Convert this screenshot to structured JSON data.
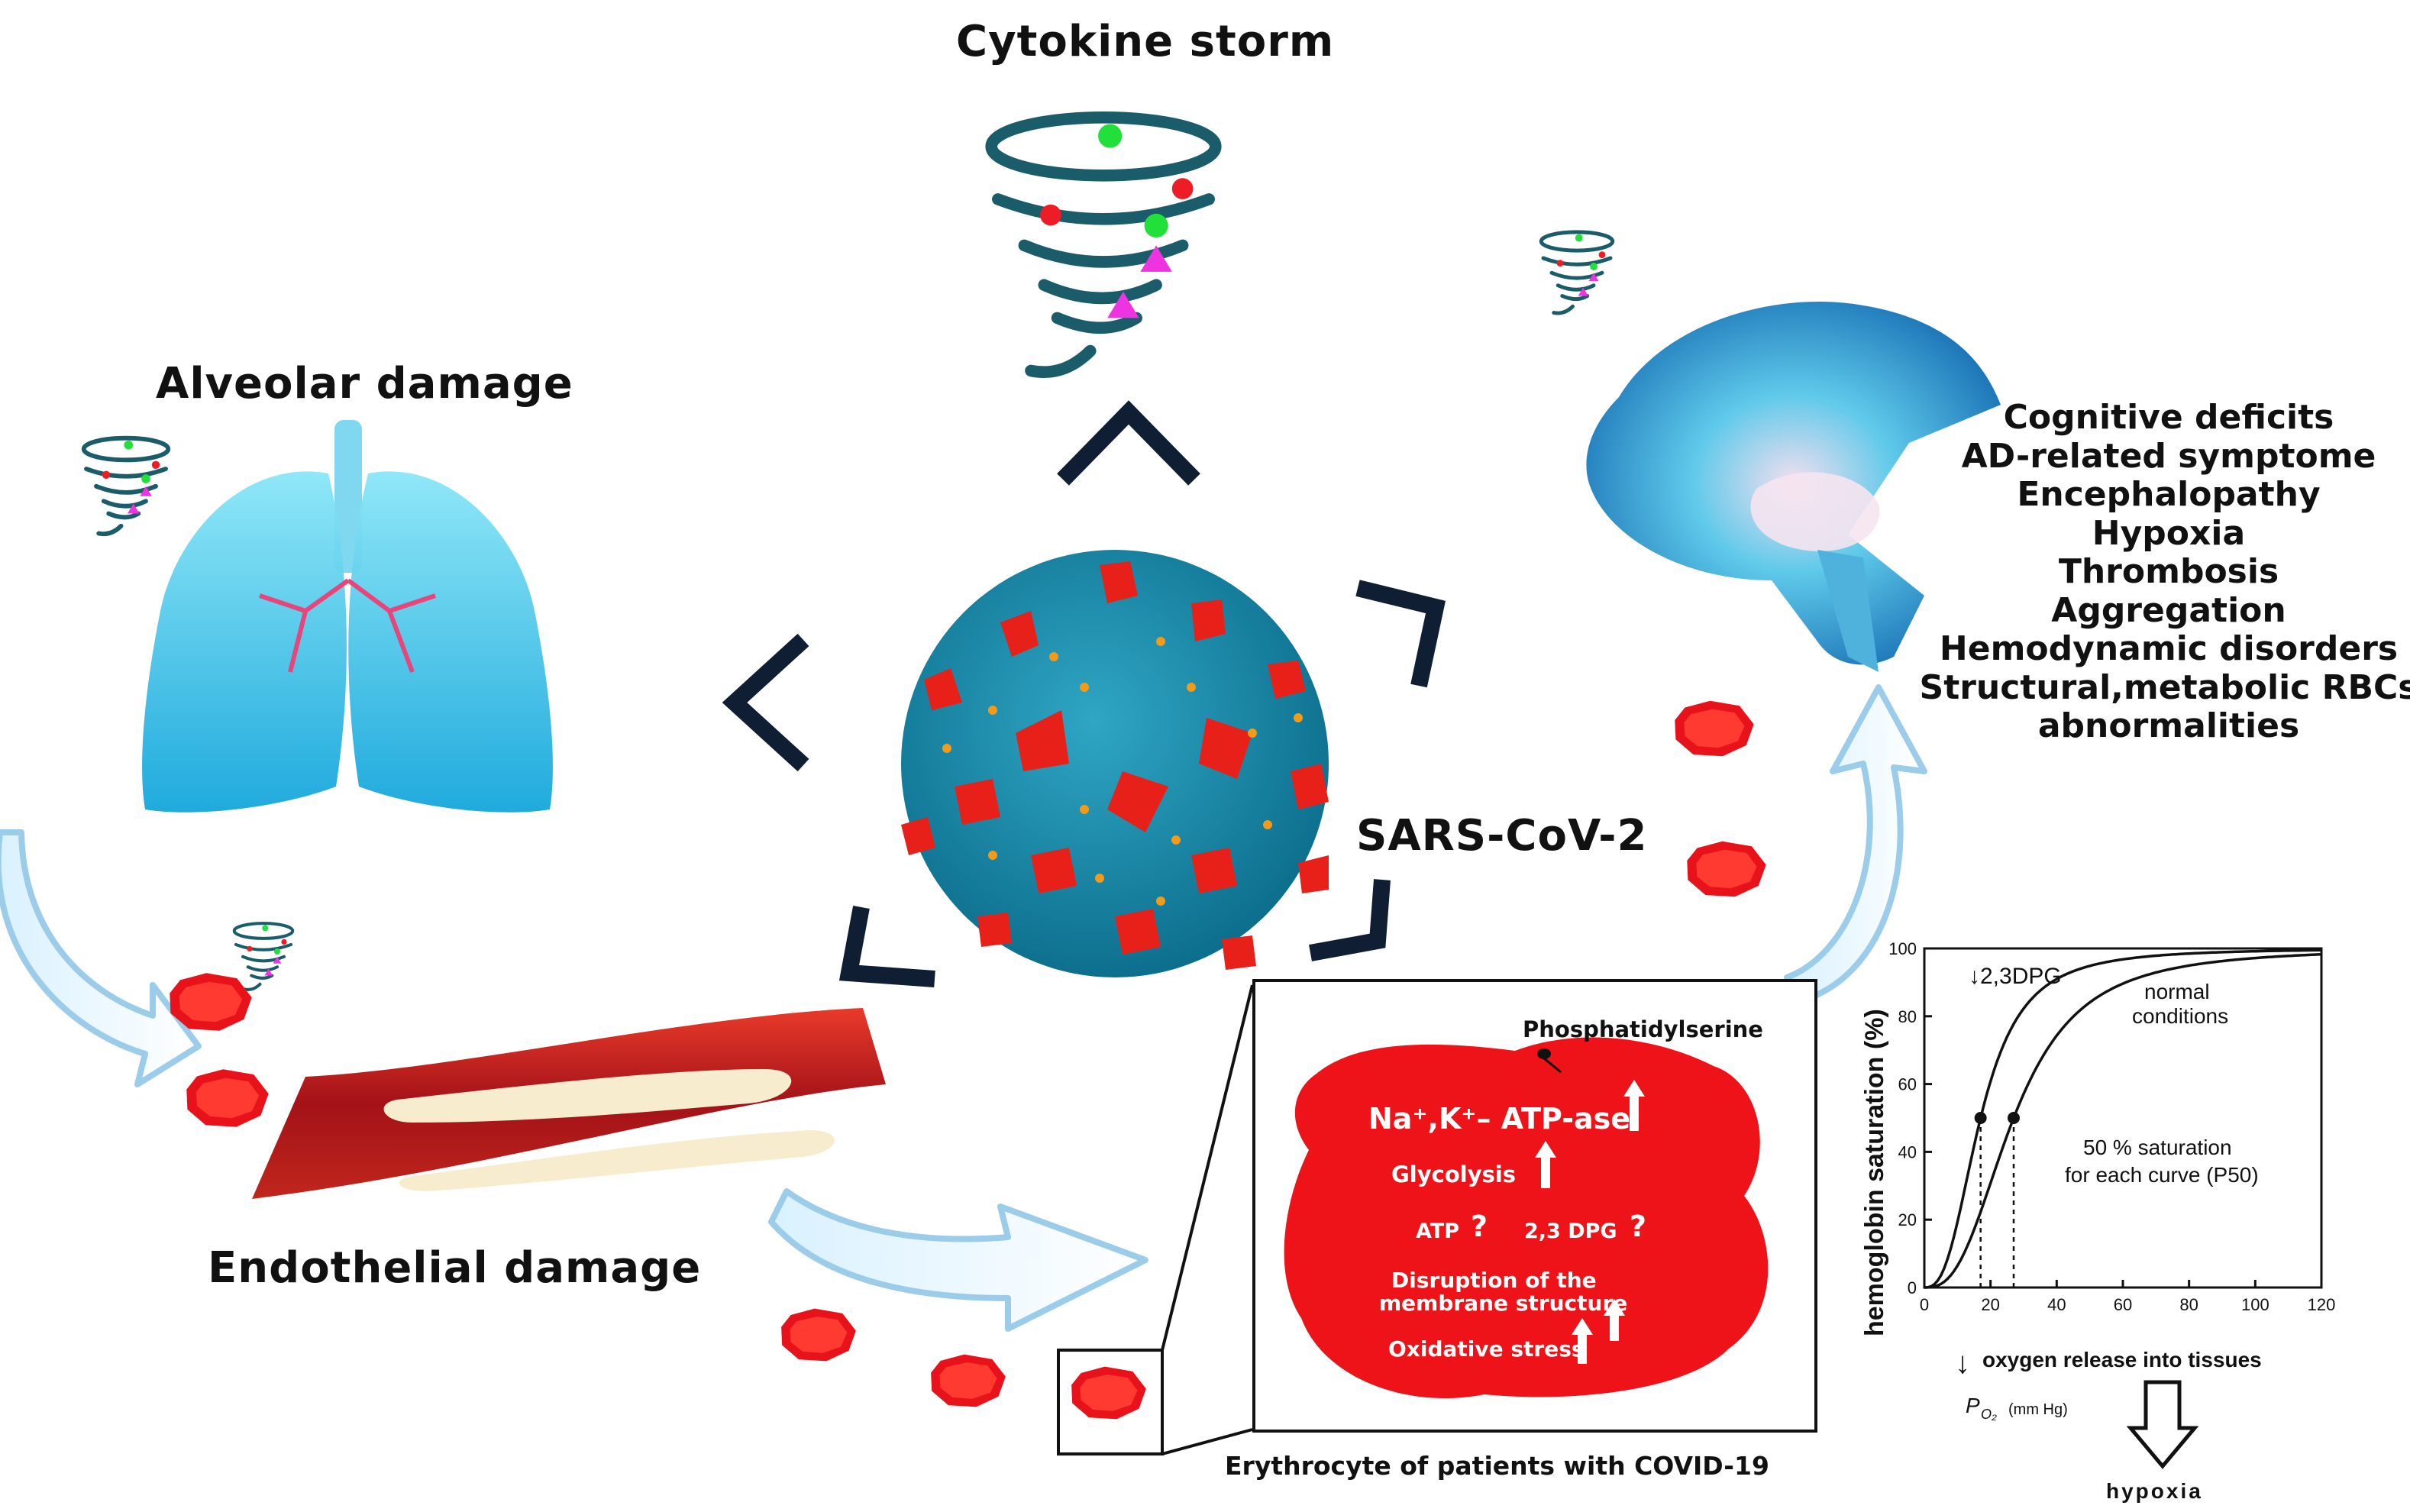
{
  "labels": {
    "cytokine_storm": "Cytokine storm",
    "alveolar_damage": "Alveolar damage",
    "endothelial_damage": "Endothelial damage",
    "virus": "SARS-CoV-2",
    "erythrocyte_caption": "Erythrocyte of patients with COVID-19"
  },
  "brain_symptoms": [
    "Cognitive deficits",
    "AD-related symptome",
    "Encephalopathy",
    "Hypoxia",
    "Thrombosis",
    "Aggregation",
    "Hemodynamic disorders",
    "Structural,metabolic RBCs",
    "abnormalities"
  ],
  "erythrocyte": {
    "phosphatidylserine": "Phosphatidylserine",
    "atpase": "Na⁺,K⁺– ATP-ase",
    "glycolysis": "Glycolysis",
    "atp": "ATP",
    "dpg": "2,3 DPG",
    "question": "?",
    "disruption_line1": "Disruption of the",
    "disruption_line2": "membrane structure",
    "oxidative_stress": "Oxidative stress"
  },
  "chart_data": {
    "type": "line",
    "xlabel": "P",
    "xlabel_sub": "O₂",
    "xlabel_unit": "(mm Hg)",
    "ylabel": "hemoglobin saturation (%)",
    "xlim": [
      0,
      120
    ],
    "ylim": [
      0,
      100
    ],
    "x_ticks": [
      "0",
      "20",
      "40",
      "60",
      "80",
      "100",
      "120"
    ],
    "y_ticks": [
      "0",
      "20",
      "40",
      "60",
      "80",
      "100"
    ],
    "series": [
      {
        "name": "↓2,3DPG",
        "p50": 17,
        "hill_n": 2.7,
        "x": [
          0,
          5,
          10,
          15,
          17,
          20,
          25,
          30,
          40,
          50,
          60,
          80,
          100,
          120
        ],
        "y": [
          0,
          3,
          19,
          41,
          50,
          61,
          74,
          83,
          93,
          96,
          98,
          99,
          99.5,
          99.7
        ]
      },
      {
        "name": "normal conditions",
        "p50": 27,
        "hill_n": 2.7,
        "x": [
          0,
          5,
          10,
          15,
          20,
          27,
          30,
          40,
          50,
          60,
          80,
          100,
          120
        ],
        "y": [
          0,
          1,
          7,
          17,
          31,
          50,
          57,
          75,
          85,
          91,
          96,
          98,
          98.5
        ]
      }
    ],
    "annotation_p50_line1": "50 % saturation",
    "annotation_p50_line2": "for each curve (P50)",
    "below_line1": "oxygen release into tissues",
    "below_line1_arrow": "↓",
    "below_line2": "hypoxia"
  }
}
